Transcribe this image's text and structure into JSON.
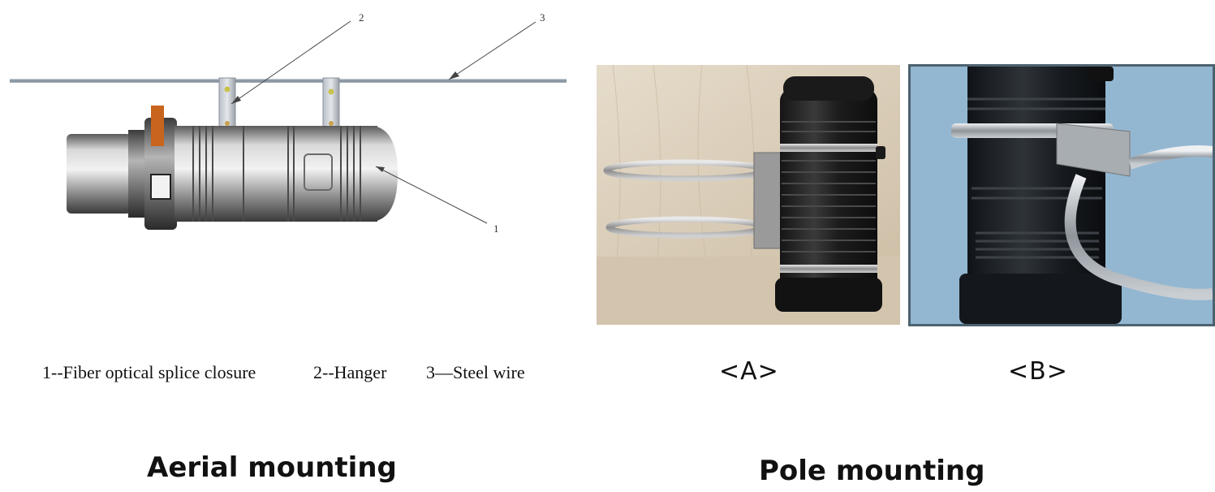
{
  "aerial": {
    "callouts": {
      "n1": "1",
      "n2": "2",
      "n3": "3"
    },
    "legend": {
      "item1": "1--Fiber optical splice closure",
      "item2": "2--Hanger",
      "item3": "3—Steel wire"
    },
    "title": "Aerial mounting"
  },
  "pole": {
    "caption_a": "<A>",
    "caption_b": "<B>",
    "title": "Pole mounting"
  },
  "colors": {
    "closure_body": "#8f8f8f",
    "bracket_orange": "#c8641e",
    "closure_black": "#1e1e1e",
    "bg_wood": "#ddd0bd",
    "bg_blue": "#94b7d1"
  }
}
